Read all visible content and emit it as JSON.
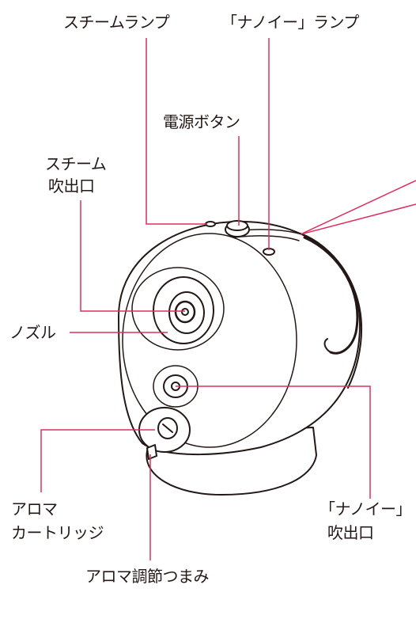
{
  "colors": {
    "leader": "#d9305e",
    "outline": "#231815",
    "fill": "#ffffff"
  },
  "labels": {
    "steam_lamp": "スチームランプ",
    "nanoe_lamp": "「ナノイー」ランプ",
    "power_button": "電源ボタン",
    "steam_outlet_line1": "スチーム",
    "steam_outlet_line2": "吹出口",
    "nozzle": "ノズル",
    "aroma_cartridge_line1": "アロマ",
    "aroma_cartridge_line2": "カートリッジ",
    "nanoe_outlet_line1": "「ナノイー」",
    "nanoe_outlet_line2": "吹出口",
    "aroma_dial": "アロマ調節つまみ"
  }
}
